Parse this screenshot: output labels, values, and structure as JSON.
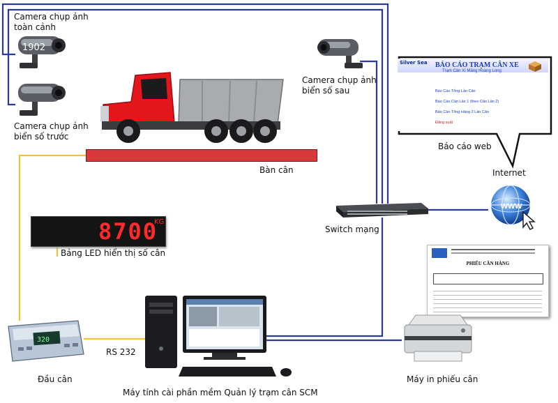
{
  "labels": {
    "cam_overview_1": "Camera chụp ảnh",
    "cam_overview_2": "toàn cảnh",
    "cam_front_1": "Camera chụp ảnh",
    "cam_front_2": "biển số trước",
    "cam_rear_1": "Camera chụp ảnh",
    "cam_rear_2": "biển số sau",
    "scale": "Bàn cân",
    "led": "Bảng LED hiển thị số cân",
    "web": "Báo cáo web",
    "internet": "Internet",
    "switch": "Switch mạng",
    "indicator": "Đầu cân",
    "rs232": "RS 232",
    "computer": "Máy tính cài phần mềm  Quản lý trạm cân SCM",
    "printer": "Máy in phiếu cân"
  },
  "led_value": "8700",
  "led_unit": "KG",
  "indicator_value": "320",
  "www": "www",
  "web_report": {
    "logo": "Silver Sea",
    "title": "BÁO CÁO TRẠM CÂN XE",
    "subtitle": "Trạm Cân Xí Măng Hoàng Long",
    "links": [
      "Báo Cáo Tổng Lần Cân",
      "Báo Cáo Cân Lần 1 (theo Cân Lần 2)",
      "Báo Cáo Tổng Hàng 2 Lần Cân"
    ],
    "logout": "Đăng xuất"
  },
  "ticket": {
    "title": "PHIẾU CÂN HÀNG"
  },
  "colors": {
    "wire_yellow": "#f2c12e",
    "wire_blue": "#2b3a9a",
    "truck_red": "#e3161c",
    "scale_red": "#d63a3a",
    "led_red": "#ff2a2a"
  }
}
